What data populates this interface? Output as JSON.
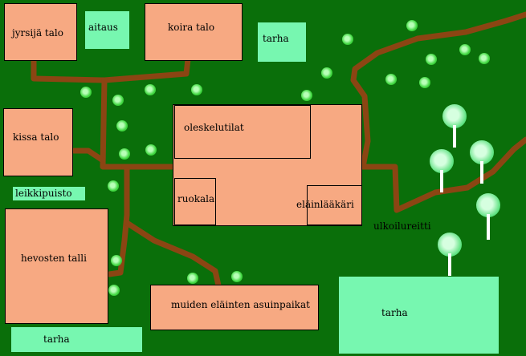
{
  "map": {
    "colors": {
      "grass": "#0a6f0a",
      "path": "#8b4513",
      "building": "#f7a982",
      "field": "#77f7b0",
      "bush": "#42d842",
      "tree_trunk": "#ffffff"
    },
    "buildings": {
      "rodent_house": "jyrsijä talo",
      "dog_house": "koira talo",
      "cat_house": "kissa talo",
      "horse_stable": "hevosten talli",
      "other_animals": "muiden eläinten asuinpaikat",
      "main_building": "",
      "lounge": "oleskelutilat",
      "dining": "ruokala",
      "vet": "eläinlääkäri"
    },
    "fields": {
      "enclosure": "aitaus",
      "paddock_top": "tarha",
      "playground": "leikkipuisto",
      "paddock_bottom_left": "tarha",
      "paddock_bottom_right": "tarha"
    },
    "trail_label": "ulkoilureitti"
  }
}
